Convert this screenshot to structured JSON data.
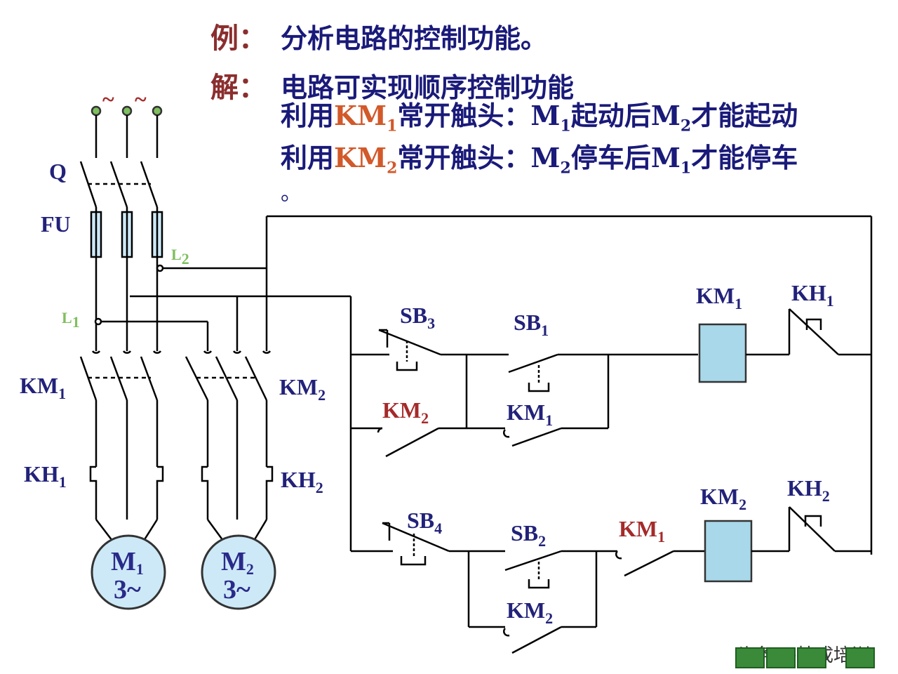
{
  "header": {
    "example_label": "例",
    "example_text": "分析电路的控制功能。",
    "answer_label": "解",
    "answer_line1": "电路可实现顺序控制功能",
    "answer_line2_pre": "利用",
    "answer_line2_km": "KM",
    "answer_line2_km_sub": "1",
    "answer_line2_mid": "常开触头：M",
    "answer_line2_m1sub": "1",
    "answer_line2_rest1": "起动后M",
    "answer_line2_m2sub": "2",
    "answer_line2_rest2": "才能起动",
    "answer_line3_pre": "利用",
    "answer_line3_km": "KM",
    "answer_line3_km_sub": "2",
    "answer_line3_mid": "常开触头：M",
    "answer_line3_m2sub": "2",
    "answer_line3_rest1": "停车后M",
    "answer_line3_m1sub": "1",
    "answer_line3_rest2": "才能停车",
    "trailing_dot": "。"
  },
  "power": {
    "tilde1": "~",
    "tilde2": "~",
    "q": "Q",
    "fu": "FU",
    "l2": "L",
    "l2_sub": "2",
    "l1": "L",
    "l1_sub": "1",
    "km1": "KM",
    "km1_sub": "1",
    "km2": "KM",
    "km2_sub": "2",
    "kh1": "KH",
    "kh1_sub": "1",
    "kh2": "KH",
    "kh2_sub": "2",
    "m1": "M",
    "m1_sub": "1",
    "m1_phase": "3~",
    "m2": "M",
    "m2_sub": "2",
    "m2_phase": "3~"
  },
  "control": {
    "sb3": "SB",
    "sb3_sub": "3",
    "sb1": "SB",
    "sb1_sub": "1",
    "km1_coil": "KM",
    "km1_coil_sub": "1",
    "kh1": "KH",
    "kh1_sub": "1",
    "km2_aux": "KM",
    "km2_aux_sub": "2",
    "km1_hold": "KM",
    "km1_hold_sub": "1",
    "sb4": "SB",
    "sb4_sub": "4",
    "sb2": "SB",
    "sb2_sub": "2",
    "km1_int": "KM",
    "km1_int_sub": "1",
    "km2_coil": "KM",
    "km2_coil_sub": "2",
    "kh2": "KH",
    "kh2_sub": "2",
    "km2_hold": "KM",
    "km2_hold_sub": "2"
  },
  "watermark": "头条 @技成培训",
  "colors": {
    "wire": "#000000",
    "label": "#22227a",
    "red": "#a52a2a",
    "coil": "#a8d8ea",
    "motor": "#cde9f7",
    "node": "#7fbf5f"
  }
}
